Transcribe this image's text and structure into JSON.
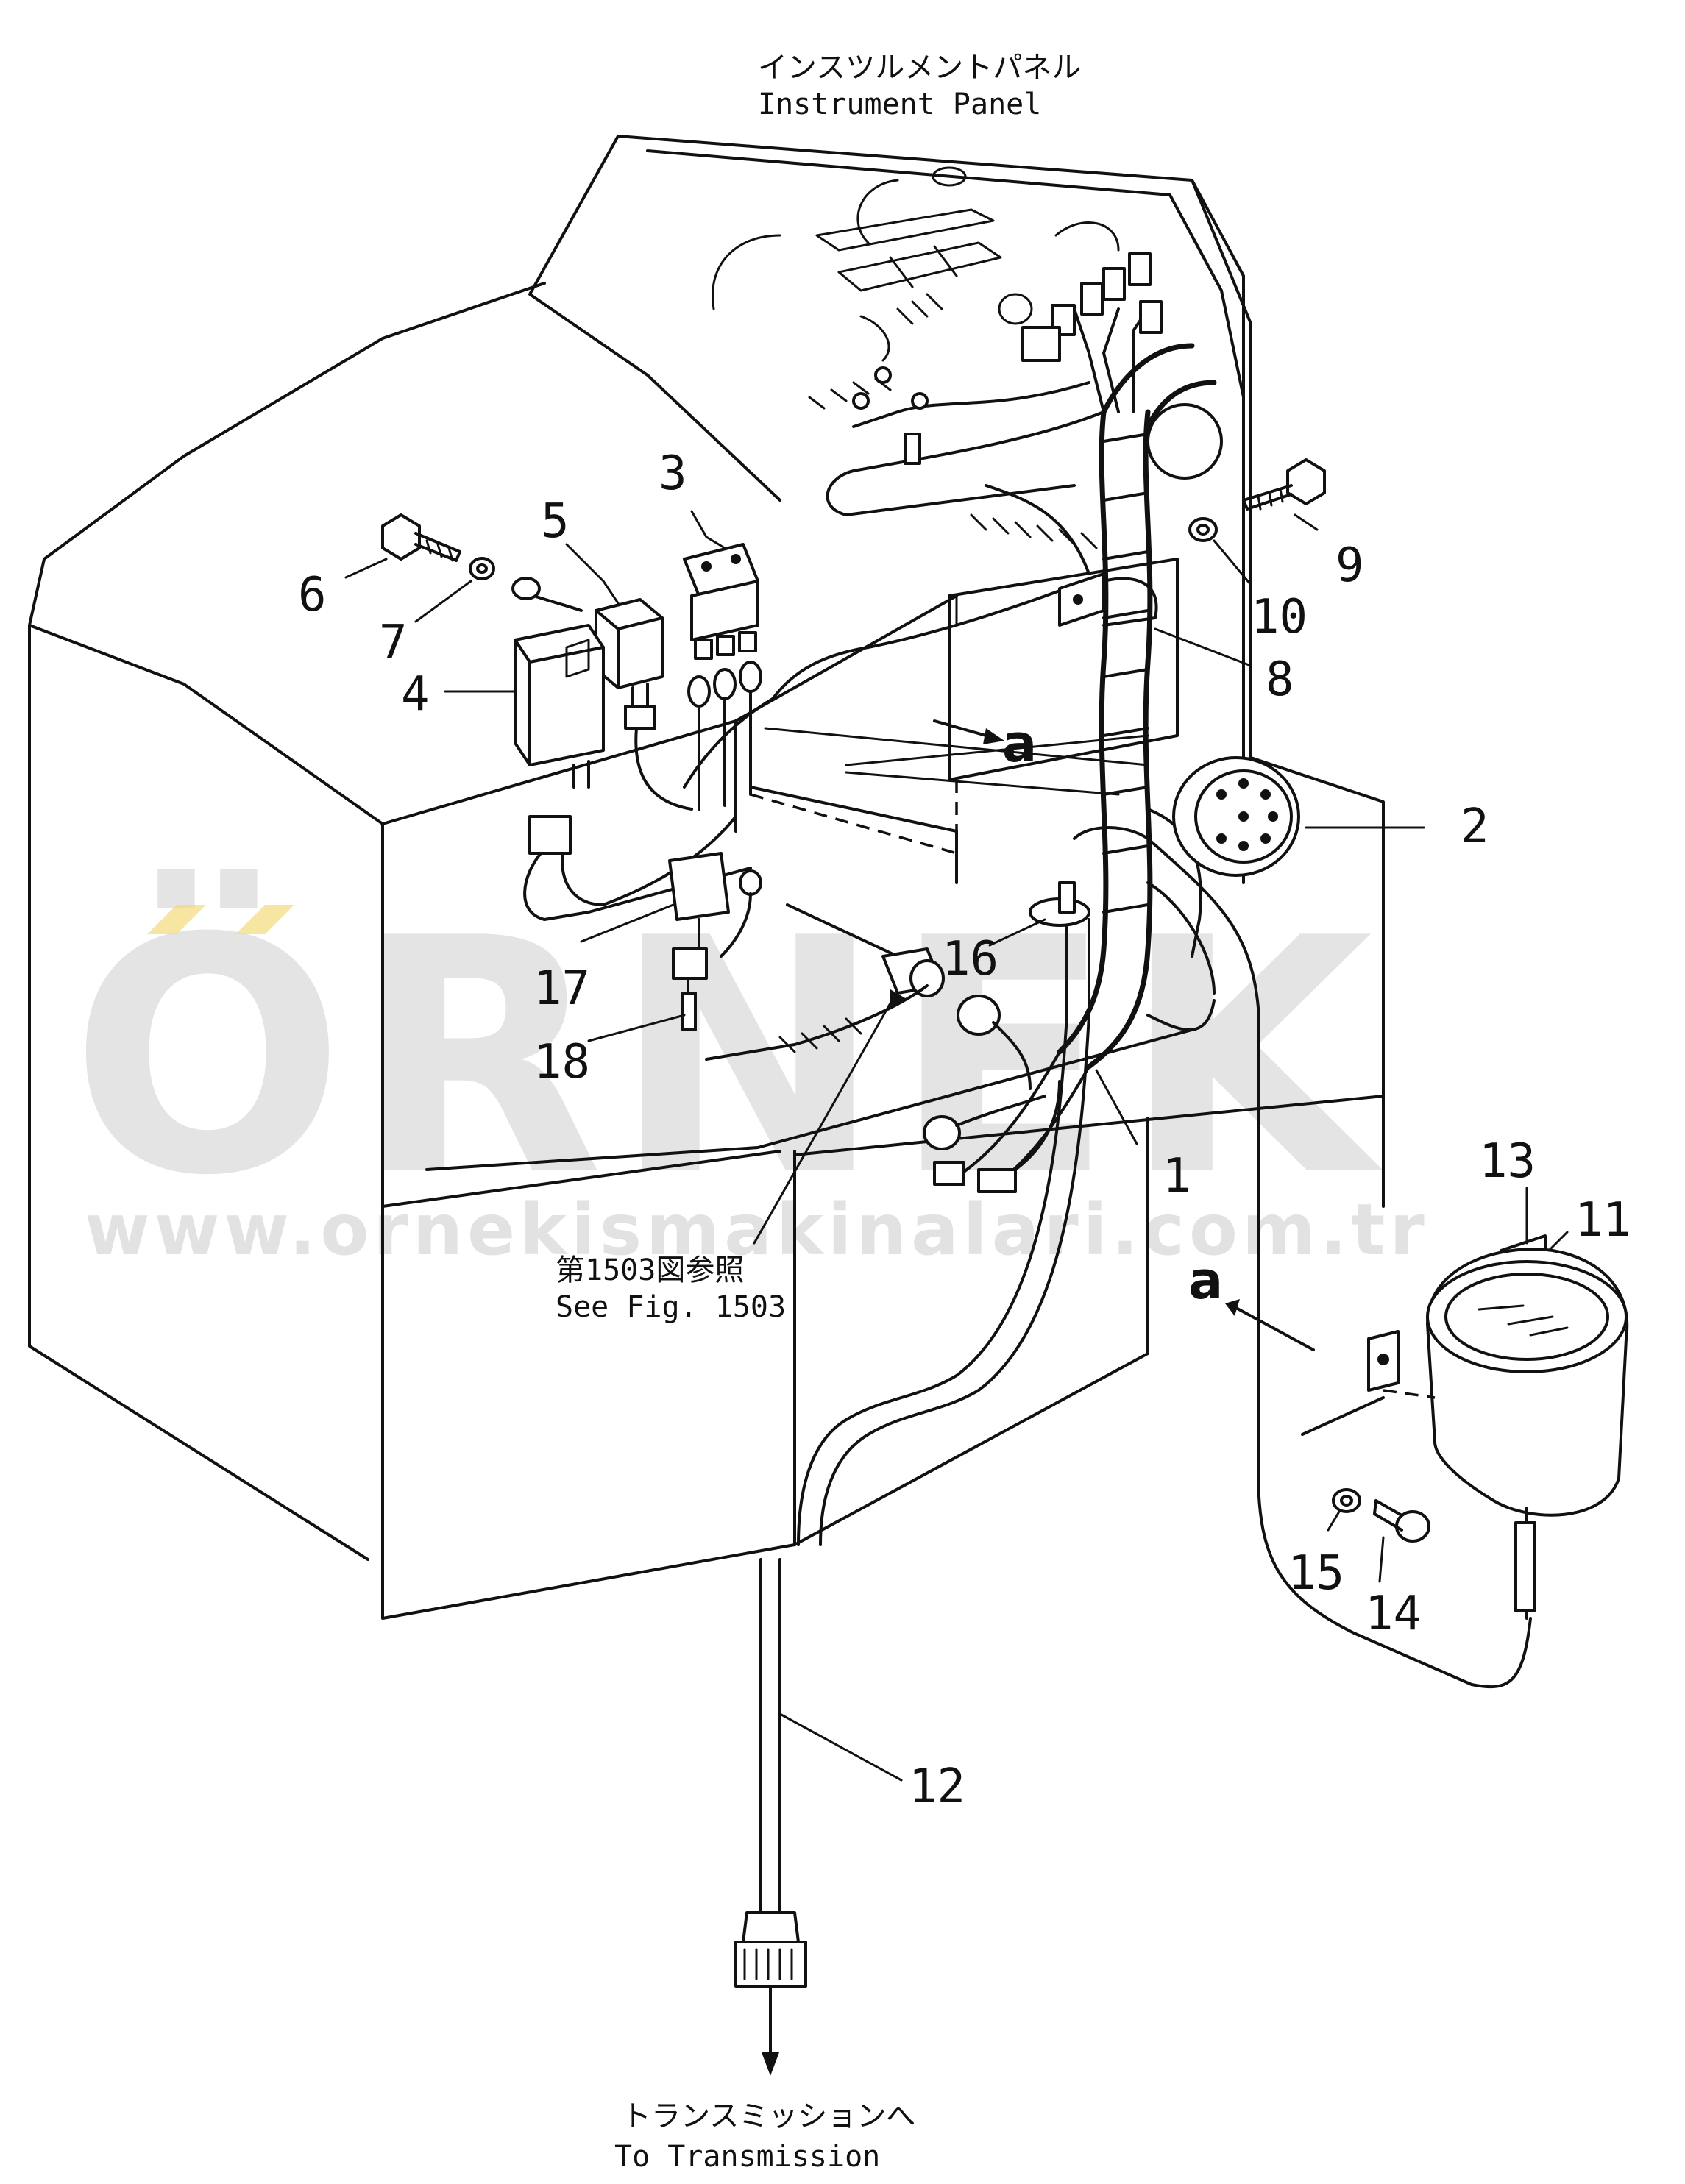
{
  "title": {
    "jp": "インスツルメントパネル",
    "en": "Instrument Panel"
  },
  "reference": {
    "jp": "第1503図参照",
    "en": "See Fig. 1503"
  },
  "destination": {
    "jp": "トランスミッションへ",
    "en": "To Transmission"
  },
  "view_marker": "a",
  "watermark": {
    "brand": "ÖRNEK",
    "url": "www.ornekismakinalari.com.tr"
  },
  "callouts": [
    "1",
    "2",
    "3",
    "4",
    "5",
    "6",
    "7",
    "8",
    "9",
    "10",
    "11",
    "12",
    "13",
    "14",
    "15",
    "16",
    "17",
    "18"
  ],
  "colors": {
    "ink": "#111111",
    "watermark_gray": "#cfcfcf",
    "watermark_gold": "#f2dc7a"
  }
}
